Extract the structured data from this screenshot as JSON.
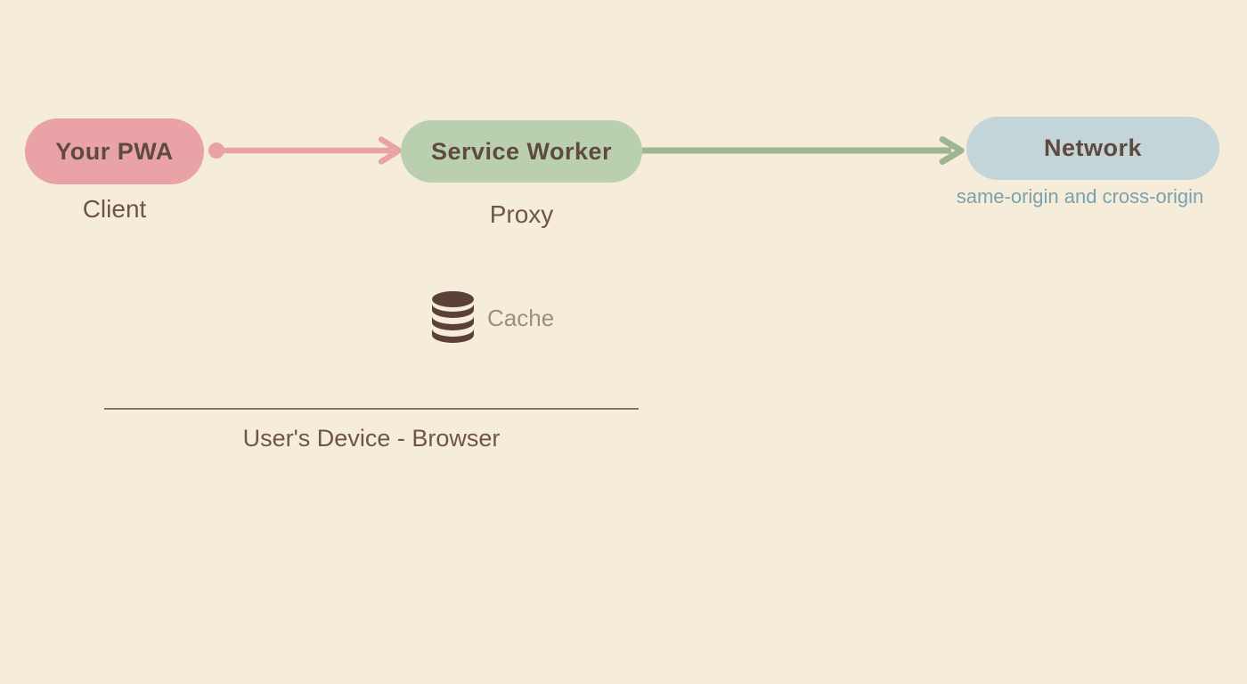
{
  "nodes": {
    "pwa": {
      "label": "Your PWA",
      "sublabel": "Client",
      "fill": "#e9a3a6"
    },
    "service_worker": {
      "label": "Service Worker",
      "sublabel": "Proxy",
      "fill": "#b9cfae"
    },
    "network": {
      "label": "Network",
      "sublabel": "same-origin and cross-origin",
      "fill": "#c3d5d9"
    }
  },
  "cache": {
    "label": "Cache",
    "icon": "database-icon"
  },
  "device_boundary": {
    "label": "User's Device - Browser"
  },
  "arrows": [
    {
      "from": "Your PWA",
      "to": "Service Worker",
      "color": "#e9a3a6",
      "start_marker": "dot",
      "end_marker": "arrowhead"
    },
    {
      "from": "Service Worker",
      "to": "Network",
      "color": "#9eb590",
      "start_marker": "none",
      "end_marker": "arrowhead"
    }
  ],
  "colors": {
    "background": "#f5edda",
    "node_label_text": "#5f4a40",
    "caption_text": "#6f544a",
    "network_caption_text": "#7ba1ae",
    "cache_caption_text": "#a18d80",
    "cache_icon": "#5a4036",
    "boundary_line": "#8a7264"
  }
}
